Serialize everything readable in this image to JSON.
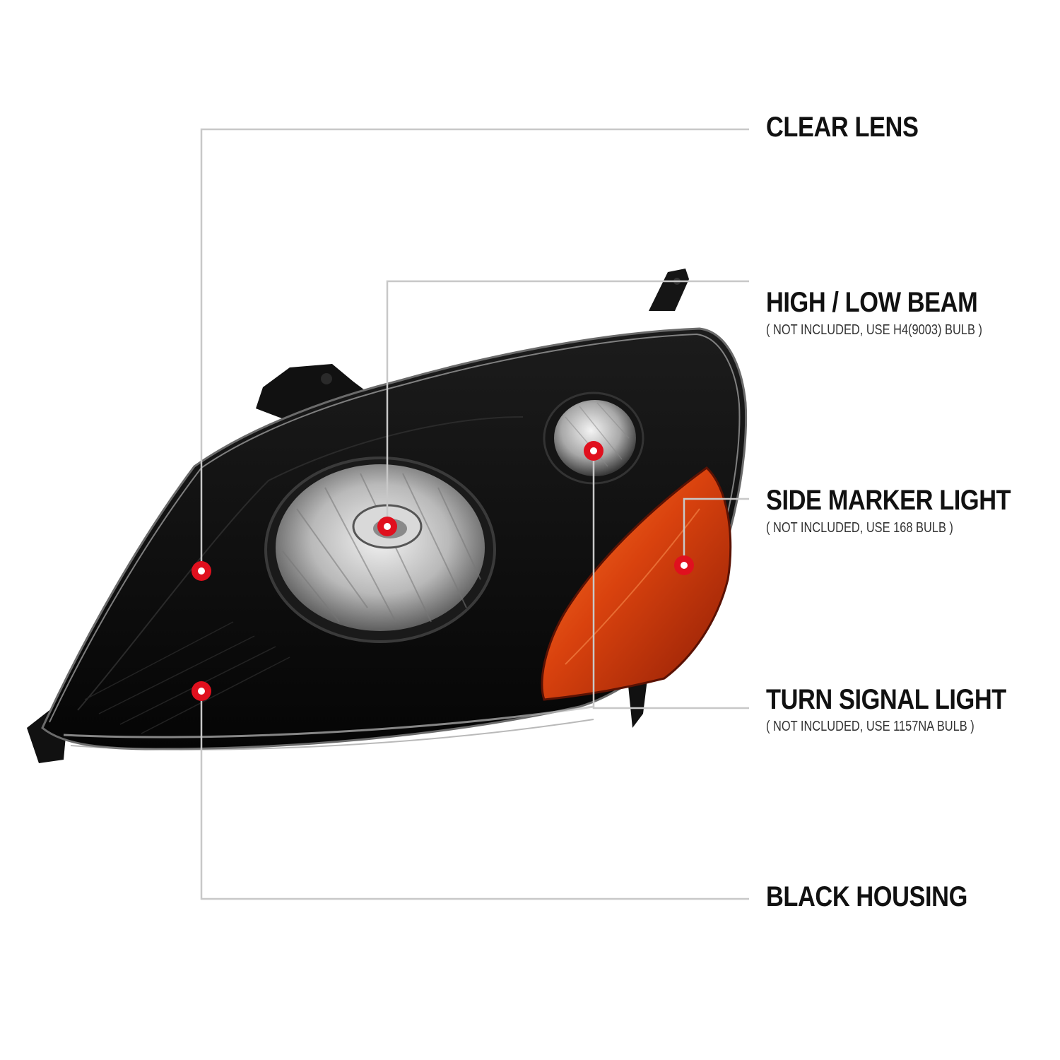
{
  "callouts": {
    "clear_lens": {
      "title": "CLEAR LENS"
    },
    "high_low_beam": {
      "title": "HIGH / LOW BEAM",
      "note": "( NOT INCLUDED, USE  H4(9003)  BULB )"
    },
    "side_marker_light": {
      "title": "SIDE MARKER LIGHT",
      "note": "( NOT INCLUDED, USE  168  BULB )"
    },
    "turn_signal_light": {
      "title": "TURN SIGNAL LIGHT",
      "note": "( NOT INCLUDED, USE  1157NA  BULB )"
    },
    "black_housing": {
      "title": "BLACK HOUSING"
    }
  },
  "colors": {
    "housing": "#0d0d0d",
    "amber_lens": "#c0300c",
    "callout_dot": "#e0101e",
    "leader_line": "#c8c8c8"
  }
}
